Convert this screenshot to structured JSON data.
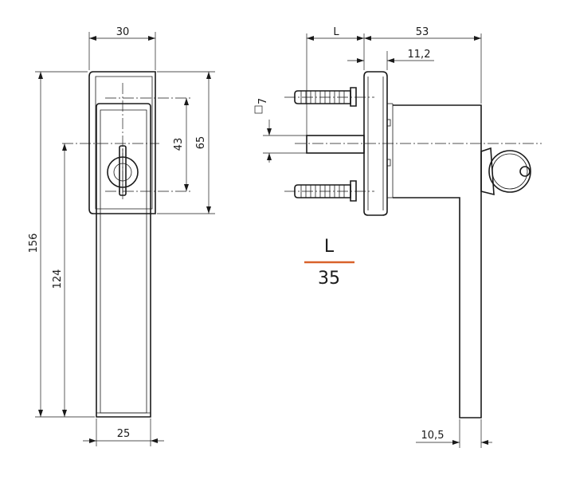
{
  "front_view": {
    "width_top": "30",
    "width_bottom": "25",
    "total_height": "156",
    "lower_height": "124",
    "spindle_spacing": "43",
    "rose_height": "65"
  },
  "side_view": {
    "length_l": "L",
    "depth": "53",
    "rose_thickness": "11,2",
    "square_spindle": "7",
    "grip_thickness": "10,5"
  },
  "table": {
    "header": "L",
    "value": "35",
    "rule_color": "#d9622b"
  }
}
